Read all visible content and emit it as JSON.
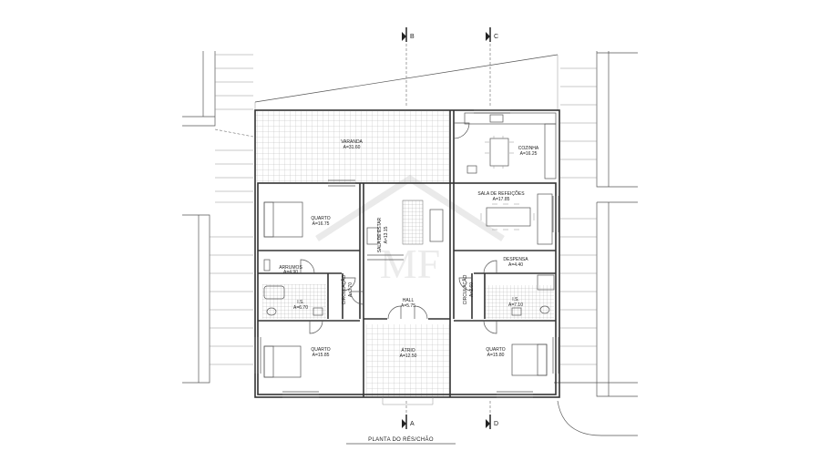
{
  "title": "PLANTA DO RÉS/CHÃO",
  "rooms": {
    "varanda": {
      "name": "VARANDA",
      "area": "A=31.60"
    },
    "cozinha": {
      "name": "COZINHA",
      "area": "A=16.25"
    },
    "quarto_nw": {
      "name": "QUARTO",
      "area": "A=16.75"
    },
    "sala_estar": {
      "name": "SALA DE ESTAR",
      "area": "A=13.15"
    },
    "sala_refeicoes": {
      "name": "SALA DE REFEIÇÕES",
      "area": "A=17.85"
    },
    "arrumos": {
      "name": "ARRUMOS",
      "area": "A=4.90"
    },
    "despensa": {
      "name": "DESPENSA",
      "area": "A=4.40"
    },
    "circ_w": {
      "name": "CIRCULAÇÃO",
      "area": "A=3.70"
    },
    "circ_e": {
      "name": "CIRCULAÇÃO",
      "area": "A=2.60"
    },
    "is_w": {
      "name": "I.S.",
      "area": "A=6.70"
    },
    "is_e": {
      "name": "I.S.",
      "area": "A=7.10"
    },
    "hall": {
      "name": "HALL",
      "area": "A=5.75"
    },
    "atrio": {
      "name": "ÁTRIO",
      "area": "A=12.50"
    },
    "quarto_sw": {
      "name": "QUARTO",
      "area": "A=15.85"
    },
    "quarto_se": {
      "name": "QUARTO",
      "area": "A=15.80"
    }
  },
  "section_marks": {
    "top_b": "B",
    "top_c": "C",
    "bottom_a": "A",
    "bottom_d": "D"
  },
  "watermark": "MF",
  "colors": {
    "line": "#333333",
    "hatch": "#b5b5b5",
    "watermark": "#e2e2e2"
  }
}
